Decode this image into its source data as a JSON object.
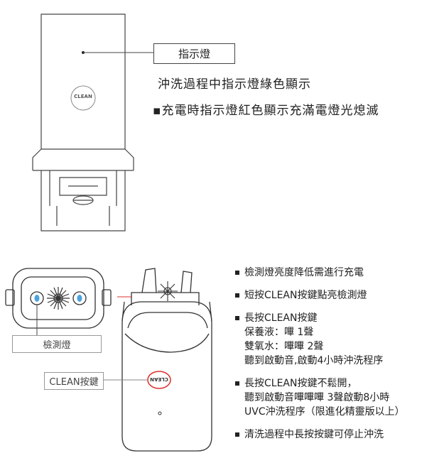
{
  "top_section": {
    "indicator_label": "指示燈",
    "device_logo": "CLEAN",
    "line1": "沖洗過程中指示燈綠色顯示",
    "line2": "▪充電時指示燈紅色顯示充滿電燈光熄滅"
  },
  "bottom_section": {
    "sensor_label": "檢測燈",
    "button_label": "CLEAN按鍵",
    "device_logo": "CLEAN",
    "bullets": [
      {
        "lines": [
          "檢測燈亮度降低需進行充電"
        ]
      },
      {
        "lines": [
          "短按CLEAN按鍵點亮檢測燈"
        ]
      },
      {
        "lines": [
          "長按CLEAN按鍵",
          "保養液：嗶 1聲",
          "雙氧水：嗶嗶 2聲",
          "聽到啟動音,啟動4小時沖洗程序"
        ]
      },
      {
        "lines": [
          "長按CLEAN按鍵不鬆開，",
          "聽到啟動音嗶嗶嗶 3聲啟動8小時",
          "UVC沖洗程序（限進化精靈版以上）"
        ]
      },
      {
        "lines": [
          "清洗過程中長按按鍵可停止沖洗"
        ]
      }
    ]
  },
  "colors": {
    "outline": "#333333",
    "sensor_blue": "#4aa3df",
    "highlight_red": "#d9302c"
  }
}
